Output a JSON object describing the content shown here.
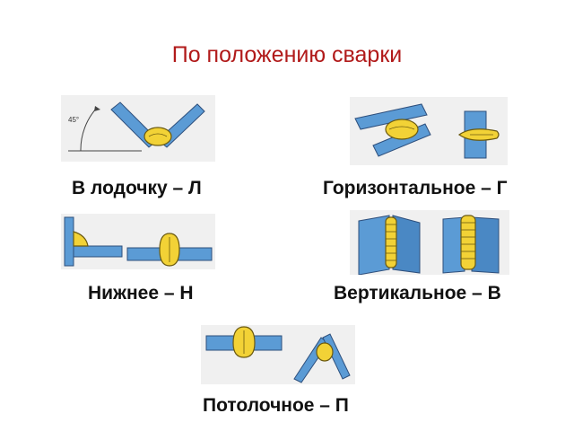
{
  "title": "По положению сварки",
  "positions": [
    {
      "id": "boat",
      "label": "В лодочку – Л",
      "angle_label": "45°"
    },
    {
      "id": "horizontal",
      "label": "Горизонтальное – Г"
    },
    {
      "id": "flat",
      "label": "Нижнее – Н"
    },
    {
      "id": "vertical",
      "label": "Вертикальное – В"
    },
    {
      "id": "overhead",
      "label": "Потолочное – П"
    }
  ],
  "colors": {
    "title": "#b11a1a",
    "plate": "#5b9bd5",
    "plate_dark": "#2e4f7c",
    "weld": "#f2d236",
    "weld_outline": "#6b5a10",
    "panel_bg": "#f0f0f0"
  }
}
